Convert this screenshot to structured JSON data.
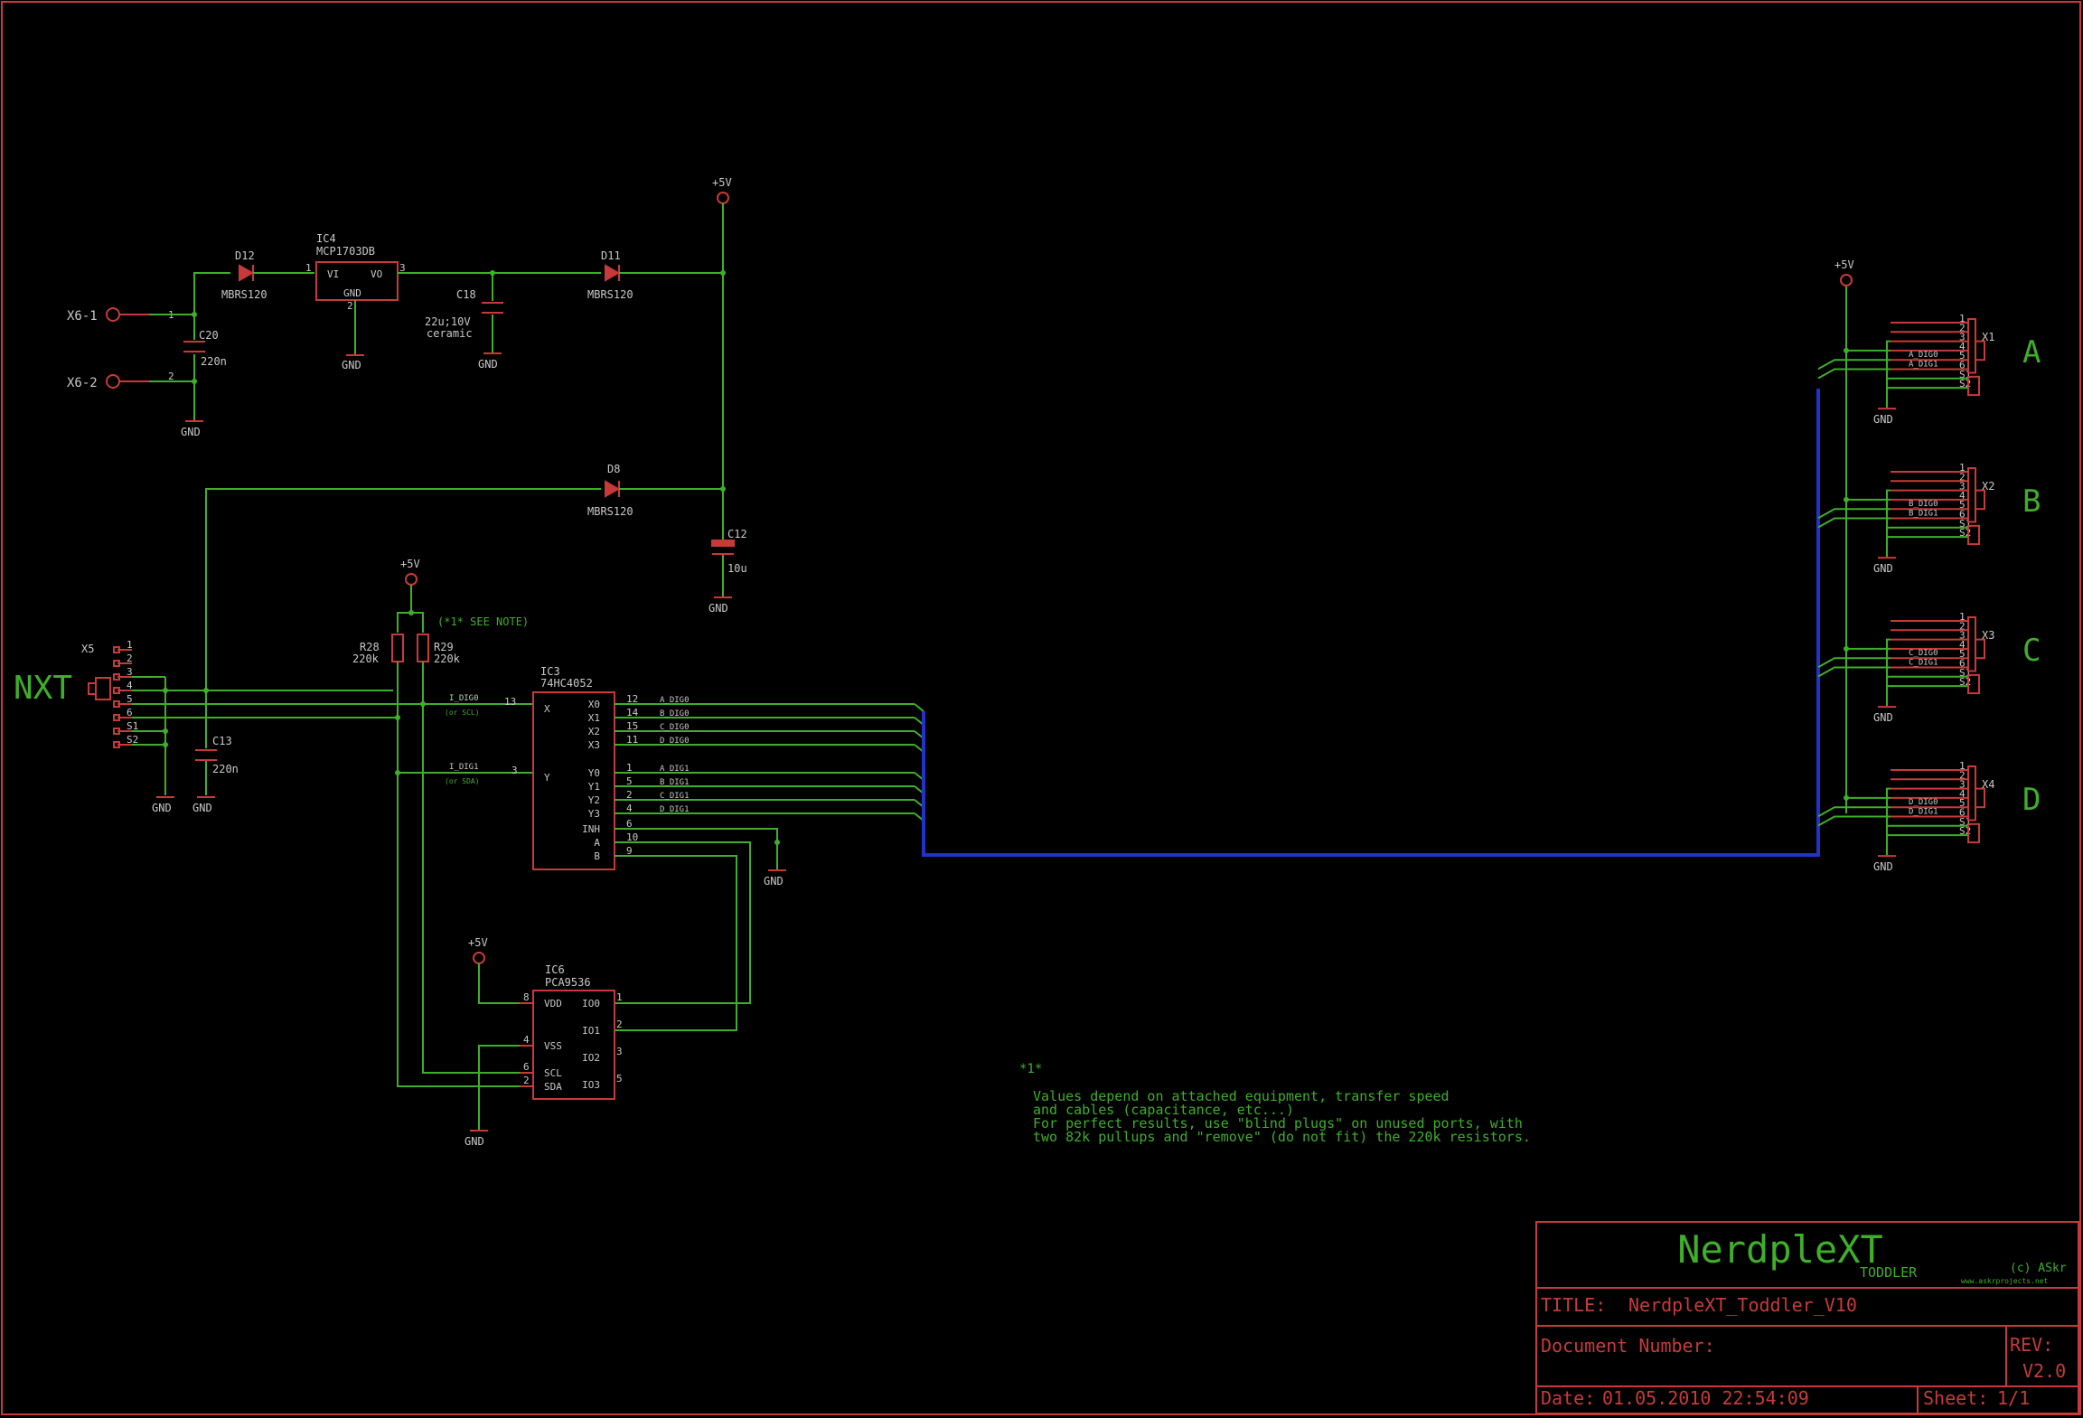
{
  "colors": {
    "background": "#000000",
    "wire": "#3fae2a",
    "symbol": "#c83a3a",
    "bus": "#2233cc",
    "text": "#c8c8c8"
  },
  "frame": {
    "project_name": "NerdpleXT",
    "subtitle": "TODDLER",
    "copyright": "(c) ASkr",
    "website": "www.askrprojects.net",
    "title_label": "TITLE:",
    "title_value": "NerdpleXT_Toddler_V10",
    "docnum_label": "Document Number:",
    "rev_label": "REV:",
    "rev_value": "V2.0",
    "date_label": "Date:",
    "date_value": "01.05.2010 22:54:09",
    "sheet_label": "Sheet:",
    "sheet_value": "1/1"
  },
  "power": {
    "x6_1": "X6-1",
    "x6_2": "X6-2",
    "d12_name": "D12",
    "d12_value": "MBRS120",
    "ic4_name": "IC4",
    "ic4_value": "MCP1703DB",
    "ic4_vi": "VI",
    "ic4_vo": "VO",
    "ic4_gnd": "GND",
    "c18_name": "C18",
    "c18_value": "22u;10V",
    "c18_note": "ceramic",
    "d11_name": "D11",
    "d11_value": "MBRS120",
    "c20_name": "C20",
    "c20_value": "220n",
    "d8_name": "D8",
    "d8_value": "MBRS120",
    "c12_name": "C12",
    "c12_value": "10u",
    "vcc": "+5V",
    "gnd": "GND"
  },
  "nxt": {
    "label": "NXT",
    "conn_name": "X5",
    "pins": [
      "1",
      "2",
      "3",
      "4",
      "5",
      "6",
      "S1",
      "S2"
    ],
    "c13_name": "C13",
    "c13_value": "220n",
    "r28_name": "R28",
    "r28_value": "220k",
    "r29_name": "R29",
    "r29_value": "220k",
    "see_note": "(*1* SEE NOTE)",
    "net_idig0": "I_DIG0",
    "net_idig0_alt": "(or SCL)",
    "net_idig1": "I_DIG1",
    "net_idig1_alt": "(or SDA)"
  },
  "ic3": {
    "name": "IC3",
    "value": "74HC4052",
    "left_pins": [
      {
        "name": "X",
        "num": "13"
      },
      {
        "name": "Y",
        "num": "3"
      }
    ],
    "right_pins": [
      {
        "name": "X0",
        "num": "12",
        "net": "A_DIG0"
      },
      {
        "name": "X1",
        "num": "14",
        "net": "B_DIG0"
      },
      {
        "name": "X2",
        "num": "15",
        "net": "C_DIG0"
      },
      {
        "name": "X3",
        "num": "11",
        "net": "D_DIG0"
      },
      {
        "name": "Y0",
        "num": "1",
        "net": "A_DIG1"
      },
      {
        "name": "Y1",
        "num": "5",
        "net": "B_DIG1"
      },
      {
        "name": "Y2",
        "num": "2",
        "net": "C_DIG1"
      },
      {
        "name": "Y3",
        "num": "4",
        "net": "D_DIG1"
      },
      {
        "name": "INH",
        "num": "6",
        "net": ""
      },
      {
        "name": "A",
        "num": "10",
        "net": ""
      },
      {
        "name": "B",
        "num": "9",
        "net": ""
      }
    ]
  },
  "ic6": {
    "name": "IC6",
    "value": "PCA9536",
    "left_pins": [
      {
        "name": "VDD",
        "num": "8"
      },
      {
        "name": "VSS",
        "num": "4"
      },
      {
        "name": "SCL",
        "num": "6"
      },
      {
        "name": "SDA",
        "num": "2"
      }
    ],
    "right_pins": [
      {
        "name": "IO0",
        "num": "1"
      },
      {
        "name": "IO1",
        "num": "2"
      },
      {
        "name": "IO2",
        "num": "3"
      },
      {
        "name": "IO3",
        "num": "5"
      }
    ]
  },
  "ports": [
    {
      "conn": "X1",
      "letter": "A",
      "net0": "A_DIG0",
      "net1": "A_DIG1"
    },
    {
      "conn": "X2",
      "letter": "B",
      "net0": "B_DIG0",
      "net1": "B_DIG1"
    },
    {
      "conn": "X3",
      "letter": "C",
      "net0": "C_DIG0",
      "net1": "C_DIG1"
    },
    {
      "conn": "X4",
      "letter": "D",
      "net0": "D_DIG0",
      "net1": "D_DIG1"
    }
  ],
  "port_pins": [
    "1",
    "2",
    "3",
    "4",
    "5",
    "6",
    "S1",
    "S2"
  ],
  "note": {
    "marker": "*1*",
    "lines": [
      "Values depend on attached equipment, transfer speed",
      "and cables (capacitance, etc...)",
      "For perfect results, use \"blind plugs\" on unused ports, with",
      "two 82k pullups and \"remove\" (do not fit) the 220k resistors."
    ]
  }
}
